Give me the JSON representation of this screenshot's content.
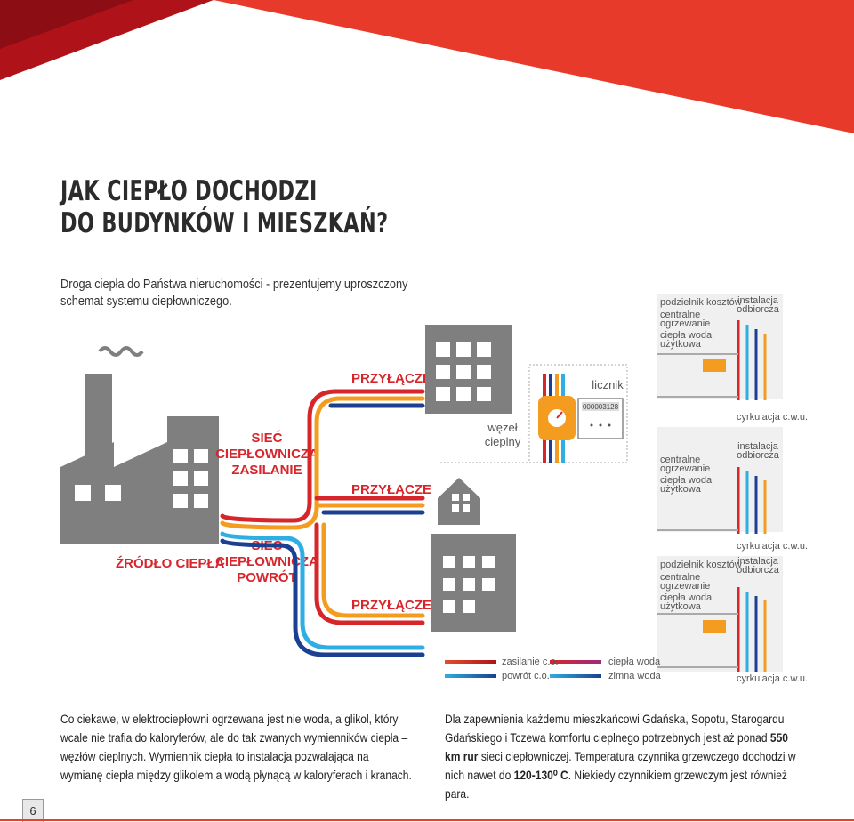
{
  "header": {
    "title_line1": "JAK CIEPŁO DOCHODZI",
    "title_line2": "DO BUDYNKÓW I MIESZKAŃ?",
    "intro": "Droga ciepła do Państwa nieruchomości - prezentujemy uproszczony schemat systemu ciepłowniczego."
  },
  "colors": {
    "corner_dark": "#b0121a",
    "corner_light": "#e73a2a",
    "accent_red": "#d7262b",
    "supply_red": "#d7262b",
    "supply_orange": "#f39c1f",
    "return_blue": "#1b3f91",
    "return_cyan": "#2eaee2",
    "building_grey": "#7f7f7f"
  },
  "diagram": {
    "source_label": "ŹRÓDŁO CIEPŁA",
    "supply_network": [
      "SIEĆ",
      "CIEPŁOWNICZA",
      "ZASILANIE"
    ],
    "return_network": [
      "SIEĆ",
      "CIEPŁOWNICZA",
      "POWRÓT"
    ],
    "connection_label": "PRZYŁĄCZE",
    "substation_label": [
      "węzeł",
      "cieplny"
    ],
    "meter_label": "licznik",
    "meter_reading": "000003128",
    "building_panels": [
      {
        "top_left": "podzielnik kosztów",
        "lines": [
          "centralne",
          "ogrzewanie",
          "ciepła woda",
          "użytkowa"
        ],
        "right_label": [
          "instalacja",
          "odbiorcza"
        ],
        "bottom": "cyrkulacja c.w.u."
      },
      {
        "top_left": "",
        "lines": [
          "centralne",
          "ogrzewanie",
          "ciepła woda",
          "użytkowa"
        ],
        "right_label": [
          "instalacja",
          "odbiorcza"
        ],
        "bottom": "cyrkulacja c.w.u."
      },
      {
        "top_left": "podzielnik kosztów",
        "lines": [
          "centralne",
          "ogrzewanie",
          "ciepła woda",
          "użytkowa"
        ],
        "right_label": [
          "instalacja",
          "odbiorcza"
        ],
        "bottom": "cyrkulacja c.w.u."
      }
    ],
    "legend": {
      "supply_co": "zasilanie c.o.",
      "return_co": "powrót c.o.",
      "hot_water": "ciepła woda",
      "cold_water": "zimna woda"
    }
  },
  "body": {
    "left": "Co ciekawe, w elektrociepłowni ogrzewana jest nie woda, a glikol, który wcale nie trafia do kaloryferów, ale do tak zwanych wymienników ciepła – węzłów cieplnych. Wymiennik ciepła to instalacja pozwalająca na wymianę ciepła między glikolem a wodą płynącą w kaloryferach i kranach.",
    "right_part1": "Dla zapewnienia każdemu mieszkańcowi Gdańska, Sopotu, Starogardu Gdańskiego i Tczewa komfortu cieplnego potrzebnych jest aż ponad ",
    "right_bold1": "550 km rur",
    "right_part2": " sieci ciepłowniczej. Temperatura czynnika grzewczego dochodzi w nich nawet do ",
    "right_bold2": "120-130⁰ C",
    "right_part3": ". Niekiedy czynnikiem grzewczym jest również para."
  },
  "page_number": "6"
}
